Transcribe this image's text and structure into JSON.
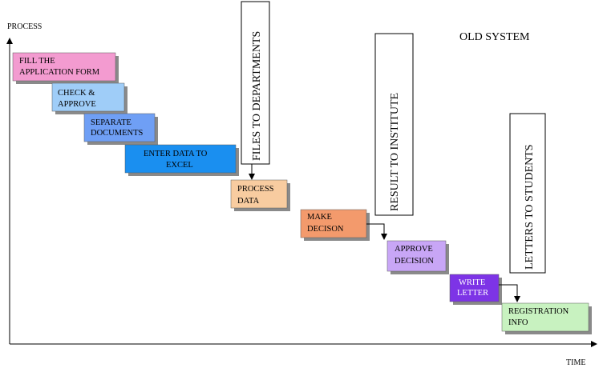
{
  "diagram": {
    "title": "OLD SYSTEM",
    "y_axis_label": "PROCESS",
    "x_axis_label": "TIME",
    "steps": [
      {
        "lines": [
          "FILL THE",
          "APPLICATION FORM"
        ],
        "color": "#f39bd0"
      },
      {
        "lines": [
          "CHECK &",
          "APPROVE"
        ],
        "color": "#9fcdf8"
      },
      {
        "lines": [
          "SEPARATE",
          "DOCUMENTS"
        ],
        "color": "#6f9ff5"
      },
      {
        "lines": [
          "ENTER DATA TO",
          "EXCEL"
        ],
        "color": "#1a8ff0"
      },
      {
        "lines": [
          "PROCESS",
          "DATA"
        ],
        "color": "#f8cca0"
      },
      {
        "lines": [
          "MAKE",
          "DECISON"
        ],
        "color": "#f39a6c"
      },
      {
        "lines": [
          "APPROVE",
          "DECISION"
        ],
        "color": "#c8a6f6"
      },
      {
        "lines": [
          "WRITE",
          "LETTER"
        ],
        "color": "#7d34e6"
      },
      {
        "lines": [
          "REGISTRATION",
          "INFO"
        ],
        "color": "#c8f2c0"
      }
    ],
    "outputs": [
      {
        "text": "FILES TO DEPARTMENTS"
      },
      {
        "text": "RESULT TO INSTITUTE"
      },
      {
        "text": "LETTERS TO STUDENTS"
      }
    ]
  }
}
